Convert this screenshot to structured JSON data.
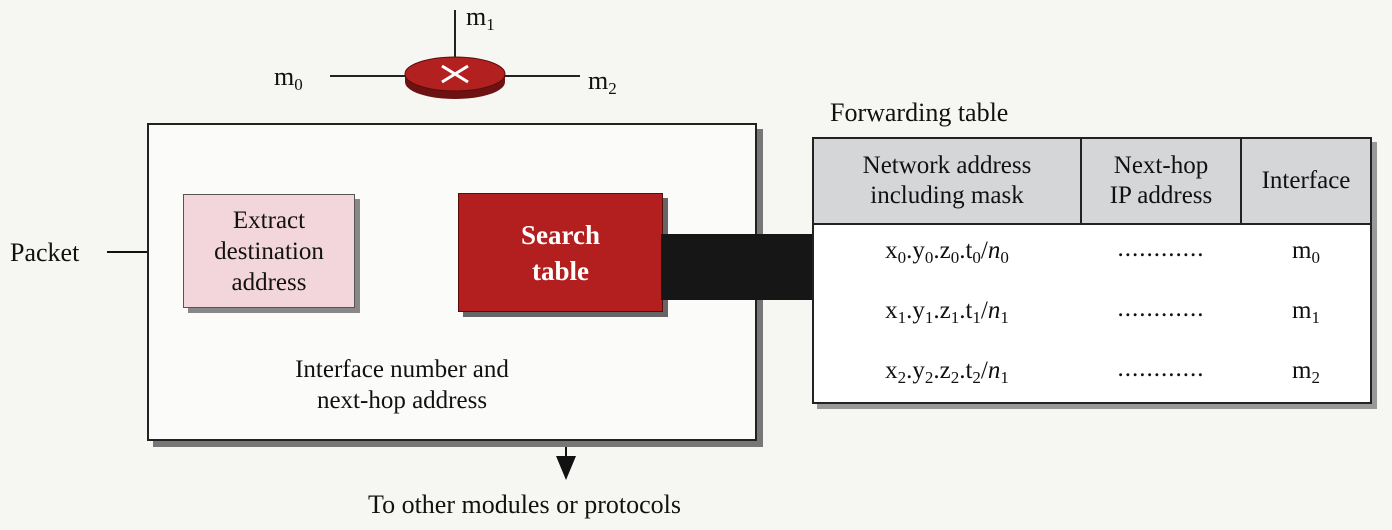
{
  "router": {
    "interfaces": [
      {
        "name": "m",
        "sub": "0"
      },
      {
        "name": "m",
        "sub": "1"
      },
      {
        "name": "m",
        "sub": "2"
      }
    ]
  },
  "input_label": "Packet",
  "extract_box": {
    "lines": [
      "Extract",
      "destination",
      "address"
    ]
  },
  "search_box": {
    "lines": [
      "Search",
      "table"
    ]
  },
  "output_note": {
    "lines": [
      "Interface number and",
      "next-hop address"
    ]
  },
  "bottom_label": "To other modules or protocols",
  "forwarding_table": {
    "title": "Forwarding table",
    "headers": [
      {
        "lines": [
          "Network address",
          "including mask"
        ]
      },
      {
        "lines": [
          "Next-hop",
          "IP address"
        ]
      },
      {
        "lines": [
          "Interface"
        ]
      }
    ],
    "rows": [
      {
        "network": {
          "x": "0",
          "y": "0",
          "z": "0",
          "t": "0",
          "n": "0"
        },
        "next_hop": "............",
        "interface": {
          "name": "m",
          "sub": "0"
        }
      },
      {
        "network": {
          "x": "1",
          "y": "1",
          "z": "1",
          "t": "1",
          "n": "1"
        },
        "next_hop": "............",
        "interface": {
          "name": "m",
          "sub": "1"
        }
      },
      {
        "network": {
          "x": "2",
          "y": "2",
          "z": "2",
          "t": "2",
          "n": "1"
        },
        "next_hop": "............",
        "interface": {
          "name": "m",
          "sub": "2"
        }
      }
    ]
  },
  "colors": {
    "search_fill": "#b31e1e",
    "extract_fill": "#f3d6dc",
    "router_fill": "#b32020",
    "table_header_fill": "#d4d6d8"
  }
}
